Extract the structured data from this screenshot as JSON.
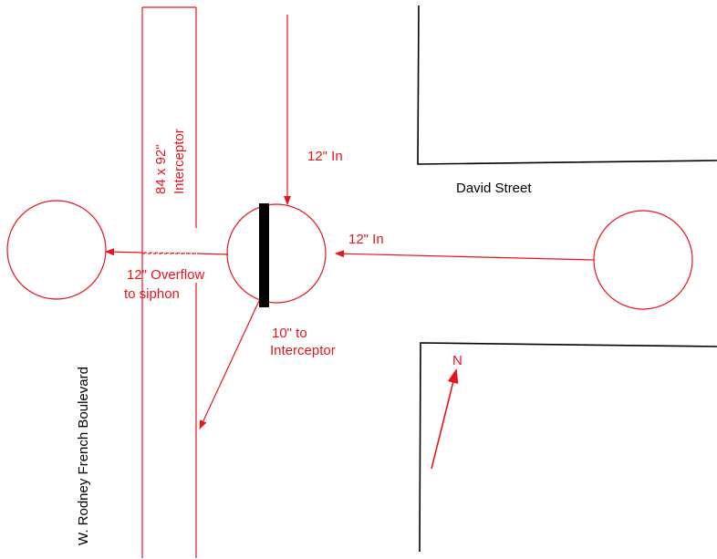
{
  "colors": {
    "pipe": "#e8141b",
    "street": "#000000",
    "background": "#ffffff"
  },
  "labels": {
    "interceptor_size": "84 x 92\"",
    "interceptor_name": "Interceptor",
    "inflow_north": "12\" In",
    "inflow_east": "12\" In",
    "overflow_line1": "12\" Overflow",
    "overflow_line2": "to siphon",
    "to_interceptor_line1": "10\"  to",
    "to_interceptor_line2": "Interceptor",
    "street_east": "David Street",
    "street_west": "W. Rodney French Boulevard",
    "north": "N"
  }
}
